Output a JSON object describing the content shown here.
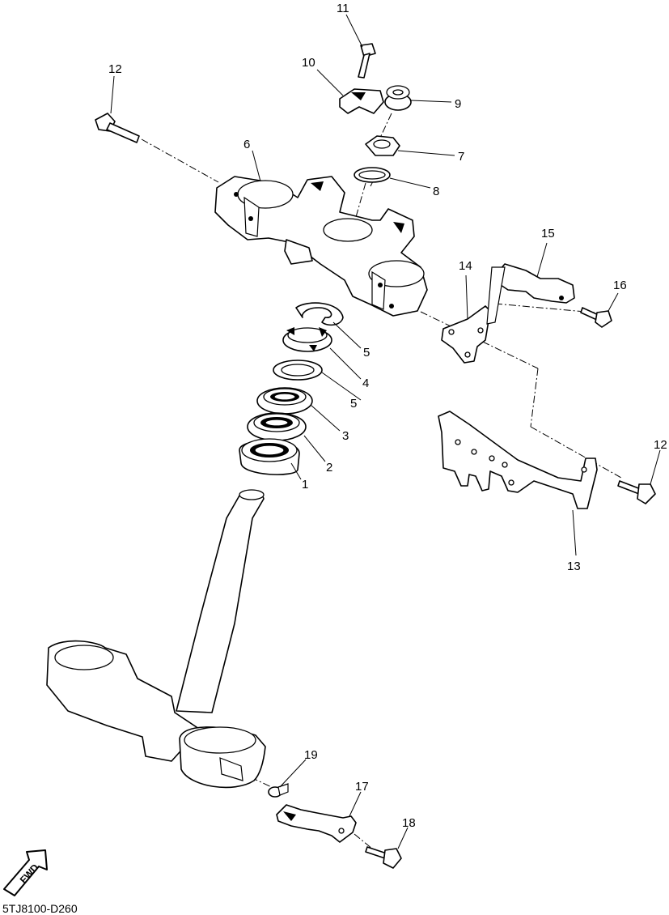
{
  "diagram_code": "5TJ8100-D260",
  "fwd_label": "FWD",
  "callouts": {
    "c1": "1",
    "c2": "2",
    "c3": "3",
    "c4": "4",
    "c5a": "5",
    "c5b": "5",
    "c6": "6",
    "c7": "7",
    "c8": "8",
    "c9": "9",
    "c10": "10",
    "c11": "11",
    "c12a": "12",
    "c12b": "12",
    "c13": "13",
    "c14": "14",
    "c15": "15",
    "c16": "16",
    "c17": "17",
    "c18": "18",
    "c19": "19"
  },
  "icons": {
    "fwd": "fwd-arrow-icon"
  }
}
